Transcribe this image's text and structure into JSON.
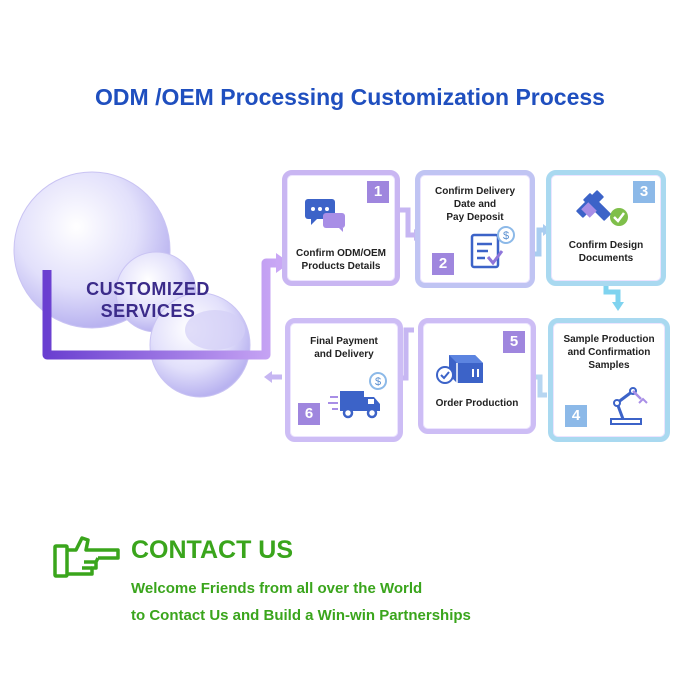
{
  "title": "ODM /OEM Processing Customization Process",
  "center_label": {
    "line1": "CUSTOMIZED",
    "line2": "SERVICES"
  },
  "steps": [
    {
      "number": "1",
      "label_line1": "Confirm ODM/OEM",
      "label_line2": "Products Details",
      "icon": "chat-bubbles-icon"
    },
    {
      "number": "2",
      "label_line1": "Confirm Delivery",
      "label_line2": "Date and",
      "label_line3": "Pay Deposit",
      "icon": "invoice-dollar-icon"
    },
    {
      "number": "3",
      "label_line1": "Confirm Design",
      "label_line2": "Documents",
      "icon": "design-tools-check-icon"
    },
    {
      "number": "4",
      "label_line1": "Sample Production",
      "label_line2": "and Confirmation",
      "label_line3": "Samples",
      "icon": "robot-arm-icon"
    },
    {
      "number": "5",
      "label_line1": "Order Production",
      "icon": "boxes-check-icon"
    },
    {
      "number": "6",
      "label_line1": "Final Payment",
      "label_line2": "and Delivery",
      "icon": "delivery-truck-dollar-icon"
    }
  ],
  "contact": {
    "title": "CONTACT US",
    "line1": "Welcome Friends from all over the World",
    "line2": "to Contact Us and Build a Win-win Partnerships",
    "icon": "pointing-hand-icon"
  },
  "colors": {
    "title": "#1f4fbf",
    "contact": "#3aa51c",
    "purple": "#9f86de",
    "blue": "#8cb9e8"
  }
}
